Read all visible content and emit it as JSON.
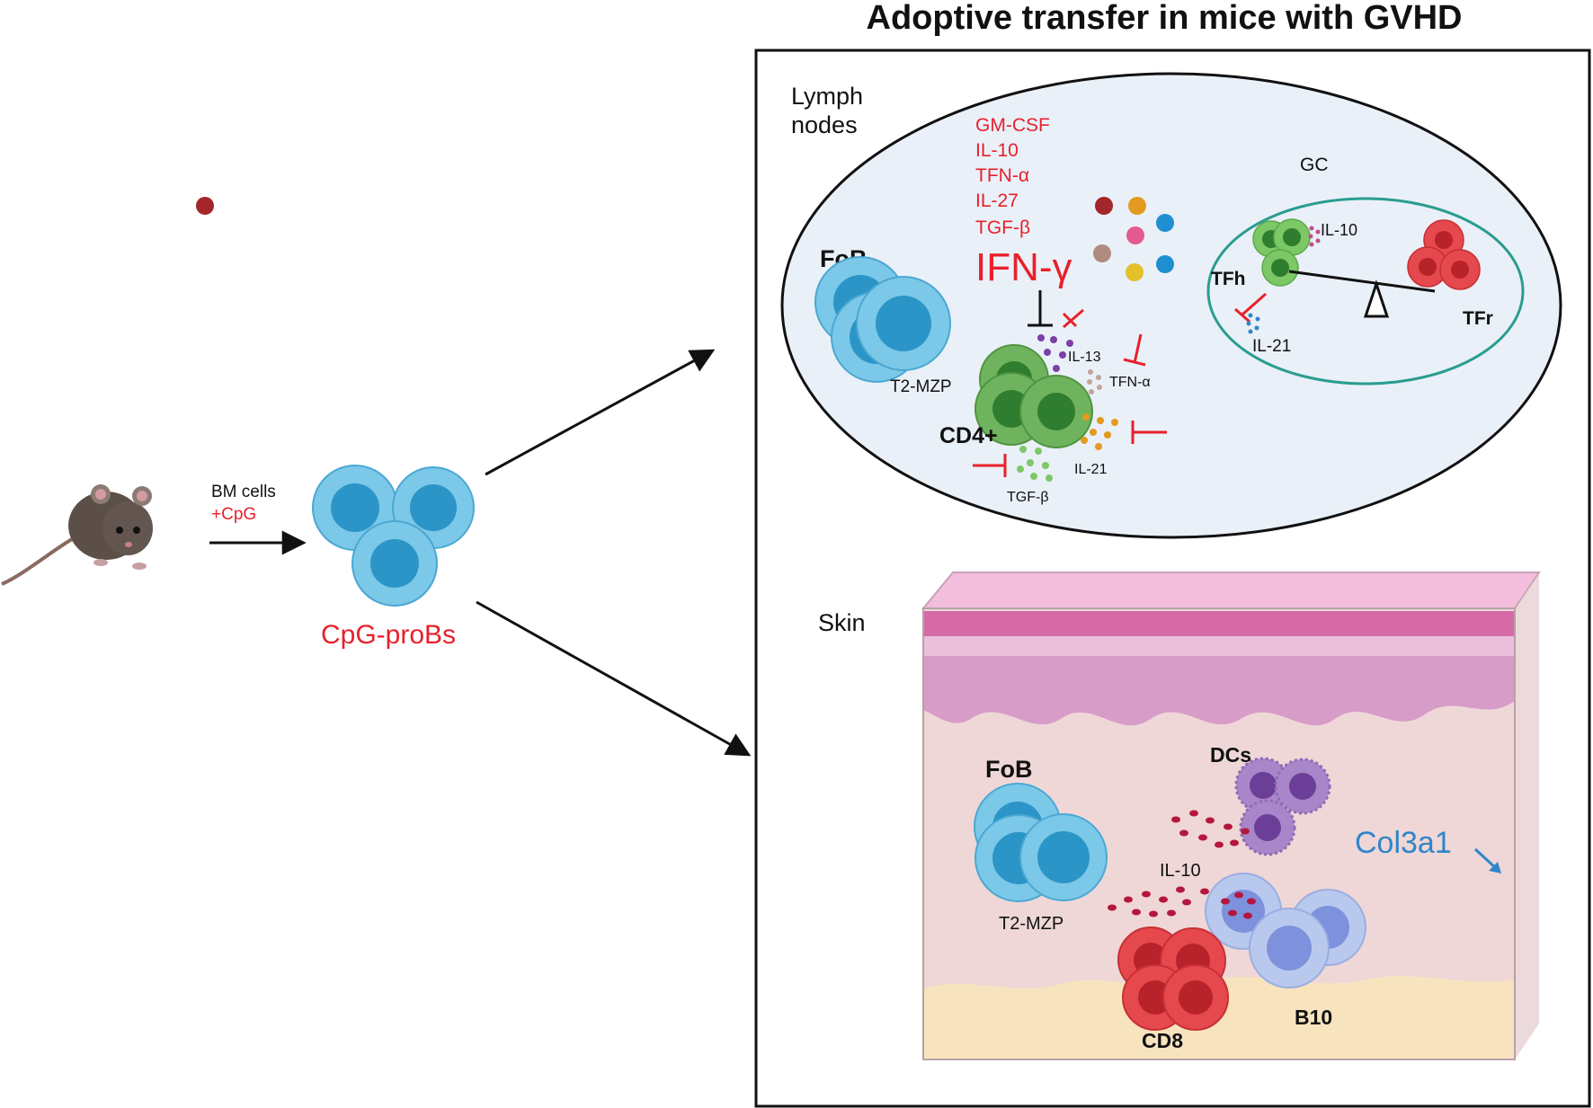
{
  "title": "Adoptive transfer in mice with GVHD",
  "left": {
    "mouse_icon": "mouse-icon",
    "bm_cells": "BM cells",
    "cpg": "+CpG",
    "cells_label": "CpG-proBs"
  },
  "lymph": {
    "label_line1": "Lymph",
    "label_line2": "nodes",
    "cytokines": [
      "GM-CSF",
      "IL-10",
      "TFN-α",
      "IL-27",
      "TGF-β"
    ],
    "ifn": "IFN-γ",
    "fob": "FoB",
    "t2mzp": "T2-MZP",
    "cd4": "CD4+",
    "il13": "IL-13",
    "tfna": "TFN-α",
    "il21": "IL-21",
    "tgfb": "TGF-β",
    "gc": {
      "label": "GC",
      "il10": "IL-10",
      "tfh": "TFh",
      "il21": "IL-21",
      "tfr": "TFr"
    }
  },
  "skin": {
    "label": "Skin",
    "fob": "FoB",
    "t2mzp": "T2-MZP",
    "dcs": "DCs",
    "il10": "IL-10",
    "cd8": "CD8",
    "b10": "B10",
    "col3a1": "Col3a1"
  },
  "colors": {
    "red_text": "#e8212b",
    "blue_text": "#2f86c9",
    "b_cell": "#7cc8e8",
    "cd4_green": "#6fb35e",
    "gc_border": "#2a9d8f",
    "cd8_red": "#e5484d",
    "dc_purple": "#8e6bb5"
  }
}
